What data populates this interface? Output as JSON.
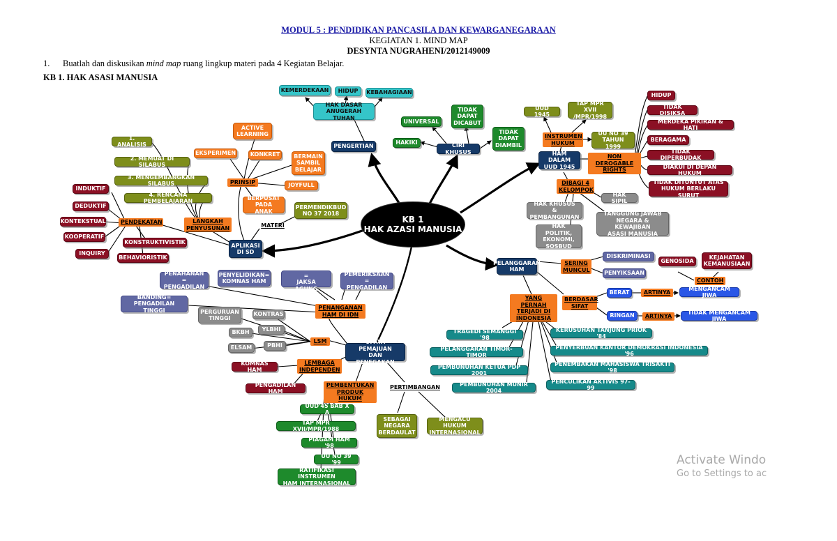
{
  "header": {
    "title": "MODUL 5 : PENDIDIKAN PANCASILA DAN KEWARGANEGARAAN",
    "subtitle": "KEGIATAN 1. MIND MAP",
    "author": "DESYNTA NUGRAHENI/2012149009"
  },
  "instruction": {
    "number": "1.",
    "pre": "Buatlah dan diskusikan ",
    "italic": "mind map",
    "post": " ruang lingkup materi pada 4 Kegiatan Belajar."
  },
  "section_title": "KB 1. HAK ASASI MANUSIA",
  "mindmap": {
    "center": "KB 1\nHAK AZASI MANUSIA",
    "nodes": {
      "kemerdekaan": "KEMERDEKAAN",
      "hidup_top": "HIDUP",
      "kebahagiaan": "KEBAHAGIAAN",
      "hak_dasar": "HAK DASAR\nANUGERAH TUHAN",
      "pengertian": "PENGERTIAN",
      "universal": "UNIVERSAL",
      "tidak_dapat_dicabut": "TIDAK\nDAPAT\nDICABUT",
      "tidak_dapat_diambil": "TIDAK\nDAPAT\nDIAMBIL",
      "hakiki": "HAKIKI",
      "ciri_khusus": "CIRI KHUSUS",
      "uud1945": "UUD 1945",
      "tap_mpr": "TAP MPR XVII\n/MPR/1998",
      "uu39": "UU NO 39\nTAHUN 1999",
      "ham_uud": "HAM DALAM\nUUD 1945",
      "hak_sipil": "HAK SIPIL",
      "hak_khusus": "HAK KHUSUS\n& PEMBANGUNAN",
      "tanggung_jawab": "TANGGUNG JAWAB\nNEGARA & KEWAJIBAN\nASASI MANUSIA",
      "hak_politik": "HAK POLITIK,\nEKONOMI,\nSOSBUD",
      "nd_hidup": "HIDUP",
      "nd_disiksa": "TIDAK DISIKSA",
      "nd_merdeka": "MERDEKA PIKIRAN & HATI",
      "nd_beragama": "BERAGAMA",
      "nd_diperbudak": "TIDAK DIPERBUDAK",
      "nd_diakui": "DIAKUI DI DEPAN HUKUM",
      "nd_dituntut": "TIDAK DITUNTUT ATAS\nHUKUM BERLAKU SURUT",
      "active_learning": "ACTIVE\nLEARNING",
      "eksperimen": "EKSPERIMEN",
      "konkret": "KONKRET",
      "bermain": "BERMAIN\nSAMBIL\nBELAJAR",
      "joyfull": "JOYFULL",
      "berpusat": "BERPUSAT\nPADA ANAK",
      "permendikbud": "PERMENDIKBUD\nNO 37 2018",
      "analisis": "1. ANALISIS",
      "memuat": "2. MEMUAT DI SILABUS",
      "mengembangkan": "3. MENGEMBANGKAN SILABUS",
      "rencana": "4. RENCANA PEMBELAJARAN",
      "aplikasi": "APLIKASI\nDI SD",
      "induktif": "INDUKTIF",
      "deduktif": "DEDUKTIF",
      "kontekstual": "KONTEKSTUAL",
      "kooperatif": "KOOPERATIF",
      "inquiry": "INQUIRY",
      "konstruktivistik": "KONSTRUKTIVISTIK",
      "behavioristik": "BEHAVIORISTIK",
      "pelanggaran": "PELANGGARAN\nHAM",
      "diskriminasi": "DISKRIMINASI",
      "penyiksaan": "PENYIKSAAN",
      "genosida": "GENOSIDA",
      "kejahatan": "KEJAHATAN\nKEMANUSIAAN",
      "berat": "BERAT",
      "ringan": "RINGAN",
      "mengancam": "MENGANCAM JIWA",
      "tidak_mengancam": "TIDAK MENGANCAM JIWA",
      "semanggi": "TRAGEDI SEMANGGI '98",
      "timor": "PELANGGARAN TIMOR-TIMOR",
      "pdp": "PEMBUNUHAN KETUA PDP 2001",
      "munir": "PEMBUNUHAN MUNIR 2004",
      "priok": "KERUSUHAN TANJUNG PRIOK '84",
      "kdi": "PENYERBUAN KANTOR DEMOKRASI INDONESIA '96",
      "trisakti": "PENEMBAKAN MAHASISWA TRISAKTI '98",
      "aktivis": "PENCULIKAN AKTIVIS 97-99",
      "penahanan": "PENAHANAN =\nPENGADILAN",
      "penyelidikan": "PENYELIDIKAN=\nKOMNAS HAM",
      "penuntutan": "PENUNTUTAN =\nJAKSA AGUNG",
      "pemeriksaan": "PEMERIKSAAN =\nPENGADILAN",
      "banding": "BANDING=\nPENGADILAN TINGGI",
      "perguruan": "PERGURUAN\nTINGGI",
      "kontras": "KONTRAS",
      "ylbhi": "YLBHI",
      "bkbh": "BKBH",
      "pbhi": "PBHI",
      "elsam": "ELSAM",
      "komnas": "KOMNAS HAM",
      "pengadilan_ham": "PENGADILAN HAM",
      "upaya": "UPAYA PEMAJUAN\nDAN PENEGAKAN",
      "uud45": "UUD'45 BAB X A",
      "tap1988": "TAP MPR XVII/MPR/1988",
      "piagam": "PIAGAM HAM '98",
      "uu39b": "UU NO 39 '99",
      "ratifikasi": "RATIFIKASI INSTRUMEN\nHAM INTERNASIONAL",
      "sebagai": "SEBAGAI\nNEGARA\nBERDAULAT",
      "mengacu": "MENGACU HUKUM\nINTERNASIONAL"
    },
    "labels": {
      "instrumen": "INSTRUMEN\nHUKUM",
      "non_derogable": "NON DEROGABLE\nRIGHTS",
      "dibagi": "DIBAGI 4\nKELOMPOK",
      "prinsip": "PRINSIP",
      "langkah": "LANGKAH\nPENYUSUNAN",
      "materi": "MATERI",
      "pendekatan": "PENDEKATAN",
      "sering_muncul": "SERING\nMUNCUL",
      "contoh": "CONTOH",
      "berdasar": "BERDASAR\nSIFAT",
      "yang_pernah": "YANG PERNAH\nTERJADI DI\nINDONESIA",
      "artinya1": "ARTINYA",
      "artinya2": "ARTINYA",
      "penanganan": "PENANGANAN\nHAM DI IDN",
      "lsm": "LSM",
      "lembaga": "LEMBAGA\nINDEPENDEN",
      "pembentukan": "PEMBENTUKAN\nPRODUK HUKUM",
      "pertimbangan": "PERTIMBANGAN"
    }
  },
  "watermark": {
    "line1": "Activate Windo",
    "line2": "Go to Settings to ac"
  },
  "colors": {
    "teal": "#35c5c9",
    "navy": "#163a68",
    "green": "#1e8a2c",
    "olive": "#7e8e1b",
    "orange": "#f47a20",
    "maroon": "#8b1024",
    "gray": "#8c8c8c",
    "lavender": "#6168a3",
    "dark_teal": "#168a8a",
    "blue": "#2a57e6"
  }
}
